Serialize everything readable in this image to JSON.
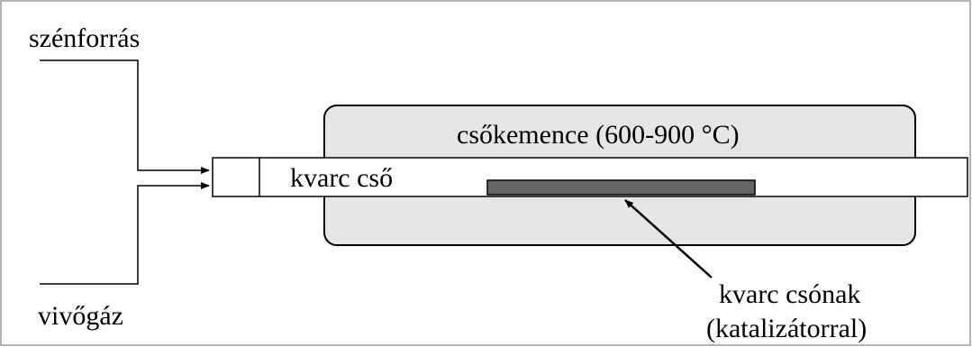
{
  "labels": {
    "carbon_source": "szénforrás",
    "carrier_gas": "vivőgáz",
    "furnace": "csőkemence (600-900 °C)",
    "quartz_tube": "kvarc cső",
    "quartz_boat_line1": "kvarc csónak",
    "quartz_boat_line2": "(katalizátorral)"
  },
  "colors": {
    "furnace_fill": "#e6e6e6",
    "boat_fill": "#666666",
    "line": "#000000",
    "border": "#b3b3b3"
  }
}
